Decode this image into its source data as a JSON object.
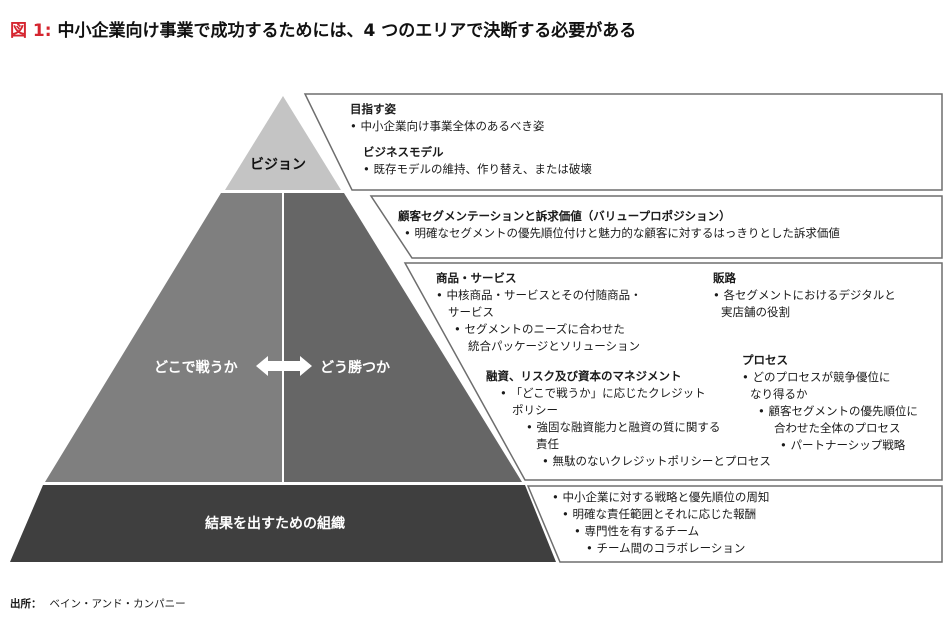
{
  "title": {
    "figure_no": "図 1:",
    "text": "中小企業向け事業で成功するためには、4 つのエリアで決断する必要がある"
  },
  "pyramid": {
    "top": "ビジョン",
    "left_middle": "どこで戦うか",
    "right_middle": "どう勝つか",
    "bottom": "結果を出すための組織"
  },
  "vision_box": {
    "h1": "目指す姿",
    "l1": "• 中小企業向け事業全体のあるべき姿",
    "h2": "ビジネスモデル",
    "l2": "• 既存モデルの維持、作り替え、または破壊"
  },
  "value_box": {
    "h1": "顧客セグメンテーションと訴求価値（バリュープロポジション）",
    "l1": "• 明確なセグメントの優先順位付けと魅力的な顧客に対するはっきりとした訴求価値"
  },
  "how_box": {
    "products_h": "商品・サービス",
    "products_l1": "• 中核商品・サービスとその付随商品・",
    "products_l2": "サービス",
    "products_l3": "• セグメントのニーズに合わせた",
    "products_l4": "統合パッケージとソリューション",
    "finance_h": "融資、リスク及び資本のマネジメント",
    "finance_l1": "• 「どこで戦うか」に応じたクレジット",
    "finance_l2": "ポリシー",
    "finance_l3": "• 強固な融資能力と融資の質に関する",
    "finance_l4": "責任",
    "finance_l5": "• 無駄のないクレジットポリシーとプロセス",
    "sales_h": "販路",
    "sales_l1": "• 各セグメントにおけるデジタルと",
    "sales_l2": "実店舗の役割",
    "process_h": "プロセス",
    "process_l1": "• どのプロセスが競争優位に",
    "process_l2": "なり得るか",
    "process_l3": "• 顧客セグメントの優先順位に",
    "process_l4": "合わせた全体のプロセス",
    "process_l5": "• パートナーシップ戦略"
  },
  "org_box": {
    "l1": "• 中小企業に対する戦略と優先順位の周知",
    "l2": "• 明確な責任範囲とそれに応じた報酬",
    "l3": "• 専門性を有するチーム",
    "l4": "• チーム間のコラボレーション"
  },
  "source": {
    "label": "出所：",
    "text": "ベイン・アンド・カンパニー"
  }
}
